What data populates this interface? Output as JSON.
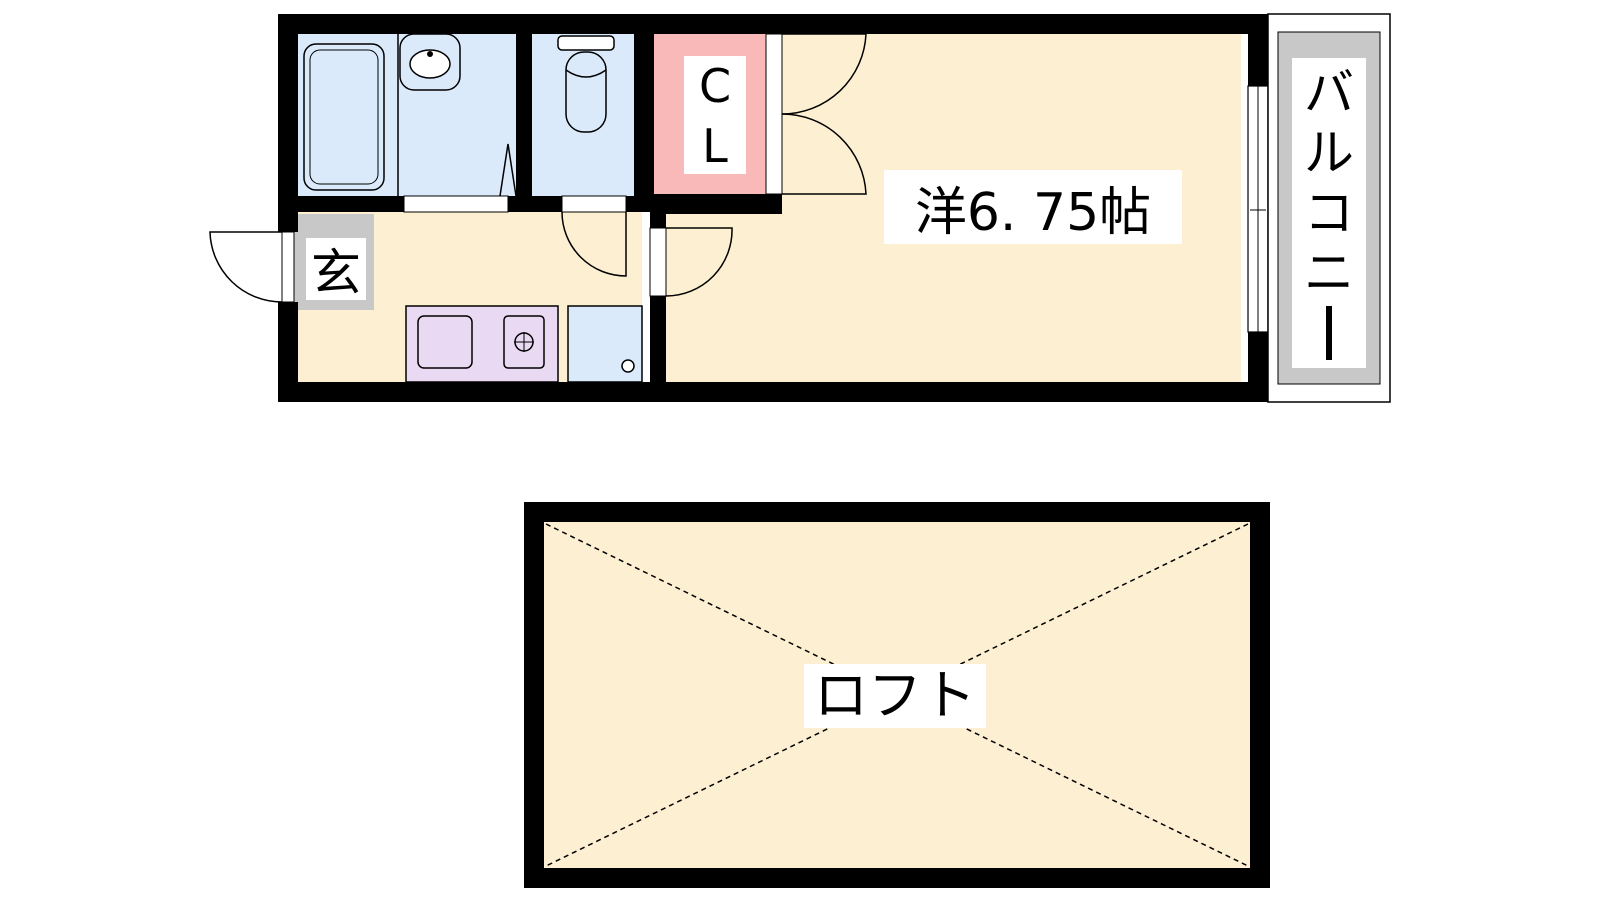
{
  "labels": {
    "genkan": "玄",
    "closet_c": "C",
    "closet_l": "L",
    "western_room": "洋6. 75帖",
    "balcony": [
      "バ",
      "ル",
      "コ",
      "ニ",
      "ー"
    ],
    "loft": "ロフト"
  },
  "colors": {
    "wall": "#000000",
    "floor": "#fdf0d2",
    "wet_area": "#daeafb",
    "closet": "#f9b9b9",
    "kitchen_sink": "#ead9f2",
    "genkan_tile": "#c8c8c8",
    "balcony": "#c8c8c8",
    "label_bg": "#ffffff"
  }
}
